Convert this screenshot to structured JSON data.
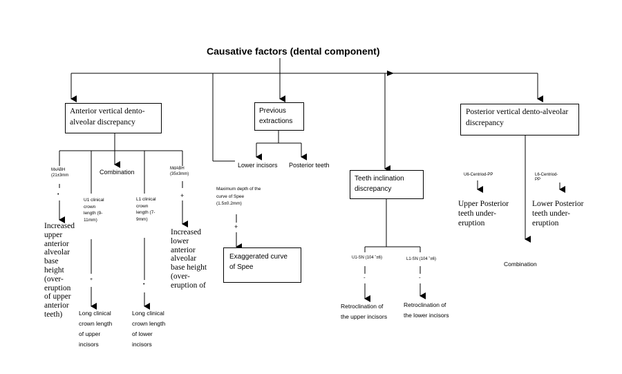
{
  "title": "Causative factors (dental component)",
  "boxes": {
    "anterior": "Anterior vertical dento-alveolar discrepancy",
    "previous": "Previous extractions",
    "posterior": "Posterior vertical dento-alveolar discrepancy",
    "inclination": "Teeth inclination discrepancy",
    "speeCurve": "Exaggerated curve of Spee"
  },
  "anterior": {
    "mxabh": "MxABH",
    "mxabhNorm": "(21±3mm",
    "combination": "Combination",
    "u1": [
      "U1 clinical",
      "crown",
      "length (9-",
      "11mm)"
    ],
    "l1": [
      "L1 clinical",
      "crown",
      "length (7-",
      "9mm)"
    ],
    "mdabh": "MdABH",
    "mdabhNorm": "(35±3mm)",
    "increasedUpper": [
      "Increased",
      "upper",
      "anterior",
      "alveolar",
      "base",
      "height",
      "(over-",
      "eruption",
      "of upper",
      "anterior",
      "teeth)"
    ],
    "increasedLower": [
      "Increased",
      "lower",
      "anterior",
      "alveolar",
      "base height",
      "(over-",
      "eruption of"
    ],
    "longUpper": [
      "Long clinical",
      "crown length",
      "of upper",
      "incisors"
    ],
    "longLower": [
      "Long clinical",
      "crown length",
      "of lower",
      "incisors"
    ],
    "signPlus": "+",
    "signDot": "•"
  },
  "spee": {
    "depth": [
      "Maximum depth of the",
      "curve of Spee",
      "(1.5±0.2mm)"
    ],
    "sign": "+"
  },
  "extractions": {
    "lower": "Lower incisors",
    "posterior": "Posterior teeth"
  },
  "inclination": {
    "u1sn": "U1-SN (104 ˚±6)",
    "l1sn": "L1-SN (104 ˚±6)",
    "sign": "-",
    "retroUpper": [
      "Retroclination of",
      "the upper incisors"
    ],
    "retroLower": [
      "Retroclination of",
      "the lower incisors"
    ]
  },
  "posterior": {
    "u6": "U6-Centriod-PP",
    "l6": [
      "L6-Centriod-",
      "PP"
    ],
    "upperUnder": [
      "Upper Posterior",
      "teeth under-",
      "eruption"
    ],
    "lowerUnder": [
      "Lower Posterior",
      "teeth under-",
      "eruption"
    ],
    "combination": "Combination"
  }
}
